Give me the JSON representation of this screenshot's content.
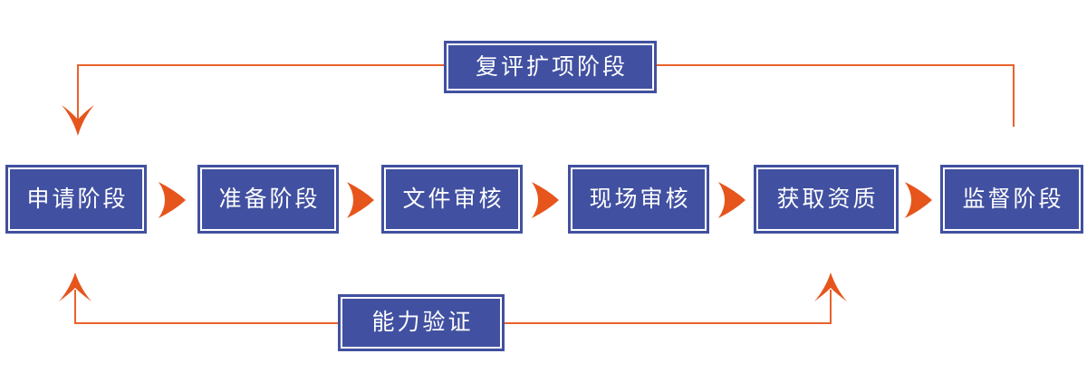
{
  "flow": {
    "stages": [
      {
        "label": "申请阶段"
      },
      {
        "label": "准备阶段"
      },
      {
        "label": "文件审核"
      },
      {
        "label": "现场审核"
      },
      {
        "label": "获取资质"
      },
      {
        "label": "监督阶段"
      }
    ],
    "loops": {
      "top": {
        "label": "复评扩项阶段"
      },
      "bottom": {
        "label": "能力验证"
      }
    }
  },
  "colors": {
    "box_fill": "#4150A0",
    "box_inner_ring": "#FFFFFF",
    "arrow_orange": "#E6551C",
    "line_orange": "#E9622B",
    "text": "#FFFFFF",
    "background": "#FFFFFF"
  }
}
